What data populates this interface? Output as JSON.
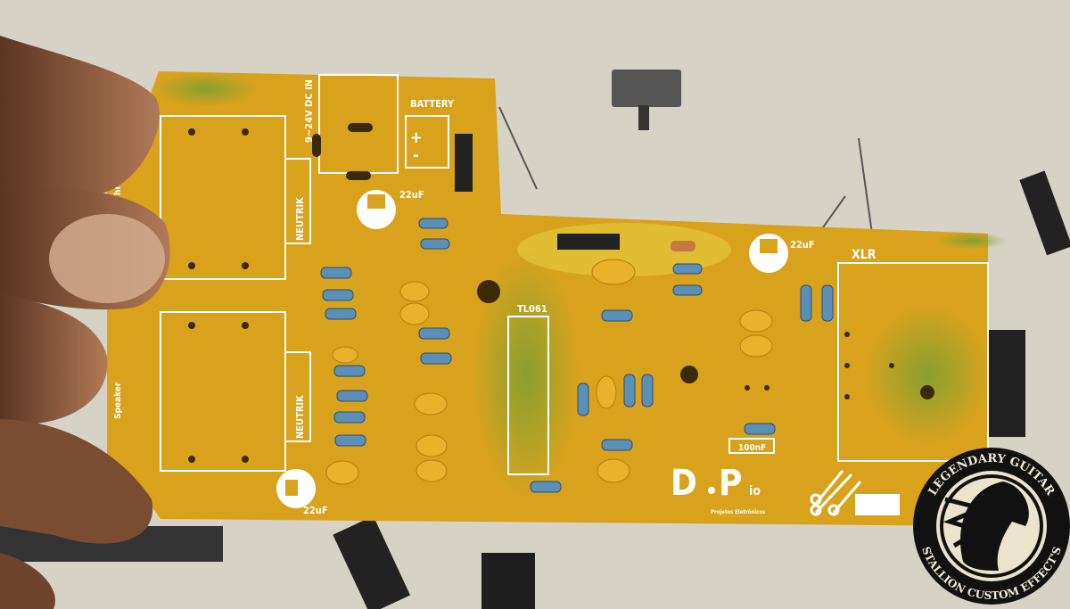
{
  "pcb": {
    "power_label": "9~24V DC IN",
    "battery_label": "BATTERY",
    "battery_plus": "+",
    "battery_minus": "-",
    "neutrik_top": "NEUTRIK",
    "neutrik_bottom": "NEUTRIK",
    "through_label": "Through",
    "speaker_label": "Speaker",
    "cap_top": "22uF",
    "cap_right": "22uF",
    "cap_bottom": "22uF",
    "ic_label": "TL061",
    "xlr_label": "XLR",
    "cap_100n": "100nF",
    "brand_d": "D",
    "brand_p": "P",
    "brand_io": "io",
    "brand_sub": "Projetos Eletrônicos"
  },
  "watermark": {
    "top_text": "LEGENDARY GUITAR",
    "bottom_text": "STALLION CUSTOM EFFECT'S"
  },
  "colors": {
    "background": "#d6d2c6",
    "pcb": "#d9a21c",
    "pcb_green": "#8fa42a",
    "skin": "#8a5a3c",
    "silkscreen": "#ffffff"
  }
}
